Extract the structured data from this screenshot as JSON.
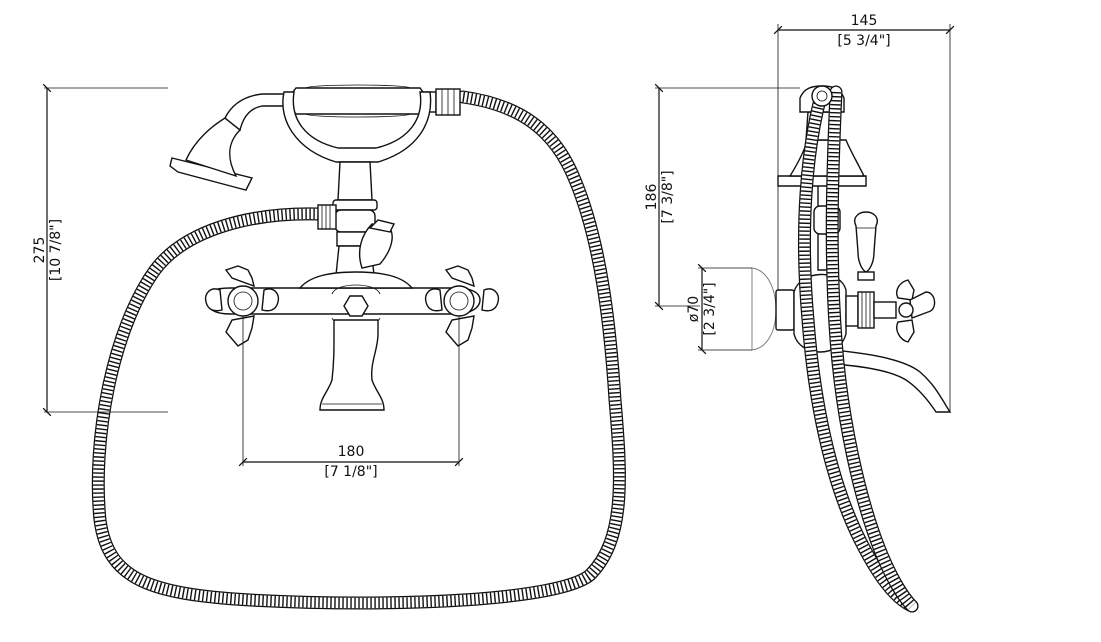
{
  "dimensions": {
    "height_total": {
      "value": "275",
      "inch": "[10 7/8\"]"
    },
    "center_spacing": {
      "value": "180",
      "inch": "[7 1/8\"]"
    },
    "side_height": {
      "value": "186",
      "inch": "[7 3/8\"]"
    },
    "projection": {
      "value": "145",
      "inch": "[5 3/4\"]"
    },
    "flange_diameter": {
      "value": "ø70",
      "inch": "[2 3/4\"]"
    }
  },
  "colors": {
    "line": "#111111",
    "background": "#ffffff"
  }
}
